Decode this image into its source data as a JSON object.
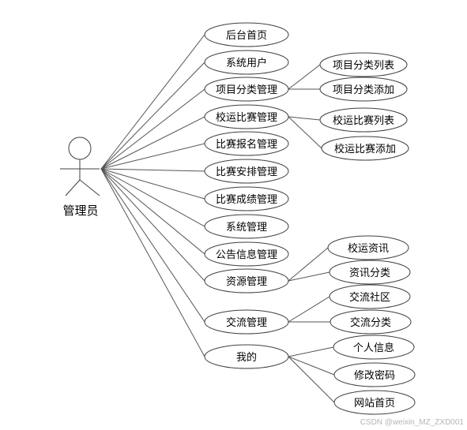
{
  "actor": {
    "label": "管理员"
  },
  "use_cases": [
    {
      "label": "后台首页",
      "children": []
    },
    {
      "label": "系统用户",
      "children": []
    },
    {
      "label": "项目分类管理",
      "children": [
        "项目分类列表",
        "项目分类添加"
      ]
    },
    {
      "label": "校运比赛管理",
      "children": [
        "校运比赛列表",
        "校运比赛添加"
      ]
    },
    {
      "label": "比赛报名管理",
      "children": []
    },
    {
      "label": "比赛安排管理",
      "children": []
    },
    {
      "label": "比赛成绩管理",
      "children": []
    },
    {
      "label": "系统管理",
      "children": []
    },
    {
      "label": "公告信息管理",
      "children": []
    },
    {
      "label": "资源管理",
      "children": [
        "校运资讯",
        "资讯分类"
      ]
    },
    {
      "label": "交流管理",
      "children": [
        "交流社区",
        "交流分类"
      ]
    },
    {
      "label": "我的",
      "children": [
        "个人信息",
        "修改密码",
        "网站首页"
      ]
    }
  ],
  "watermark": "CSDN @weixin_MZ_ZXD001",
  "colors": {
    "line": "#555555",
    "ellipse_fill": "#ffffff",
    "ellipse_stroke": "#404040",
    "text": "#000000",
    "watermark": "#b5b5b5"
  }
}
